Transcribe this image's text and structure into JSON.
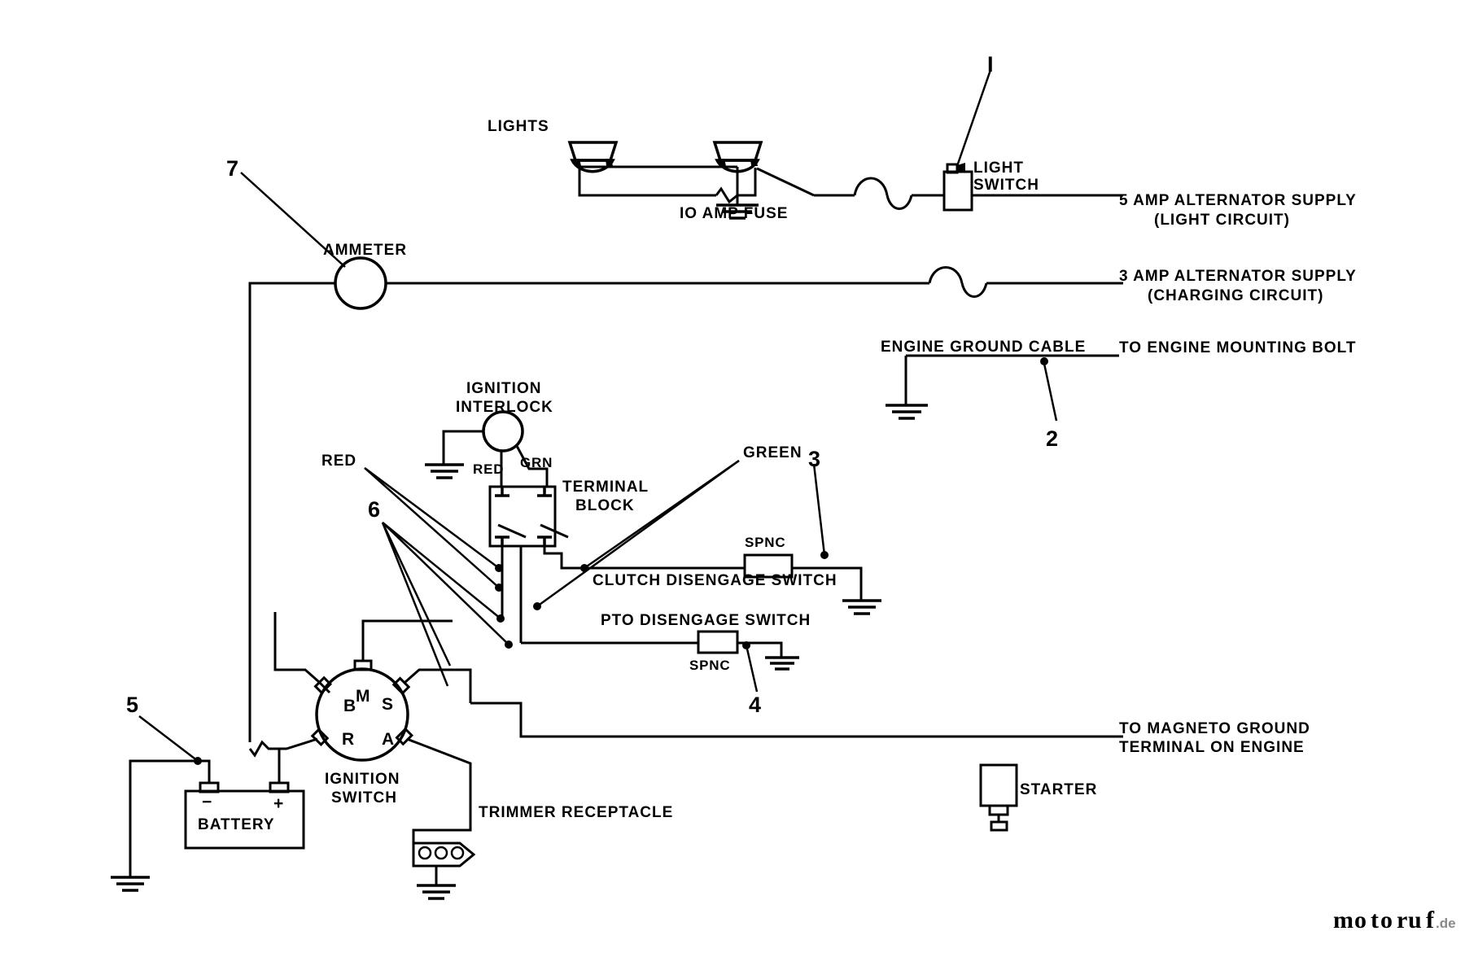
{
  "document": {
    "title": "Riding Mower Electrical Wiring Diagram",
    "type": "wiring-diagram"
  },
  "labels": {
    "lights": "LIGHTS",
    "light_switch_line1": "LIGHT",
    "light_switch_line2": "SWITCH",
    "fuse": "IO AMP FUSE",
    "alt5_line1": "5 AMP ALTERNATOR SUPPLY",
    "alt5_line2": "(LIGHT CIRCUIT)",
    "alt3_line1": "3 AMP ALTERNATOR SUPPLY",
    "alt3_line2": "(CHARGING CIRCUIT)",
    "ammeter": "AMMETER",
    "engine_ground_cable": "ENGINE GROUND CABLE",
    "to_engine_mounting_bolt": "TO ENGINE MOUNTING BOLT",
    "ignition_interlock_line1": "IGNITION",
    "ignition_interlock_line2": "INTERLOCK",
    "red_wire_callout": "RED",
    "red_wire_terminal": "RED",
    "grn_wire_terminal": "GRN",
    "green_callout": "GREEN",
    "terminal_block_line1": "TERMINAL",
    "terminal_block_line2": "BLOCK",
    "clutch_disengage_switch": "CLUTCH DISENGAGE SWITCH",
    "clutch_spnc": "SPNC",
    "pto_disengage_switch": "PTO DISENGAGE SWITCH",
    "pto_spnc": "SPNC",
    "ignition_switch_line1": "IGNITION",
    "ignition_switch_line2": "SWITCH",
    "battery": "BATTERY",
    "battery_minus": "−",
    "battery_plus": "+",
    "trimmer_receptacle": "TRIMMER RECEPTACLE",
    "to_magneto_line1": "TO MAGNETO GROUND",
    "to_magneto_line2": "TERMINAL ON ENGINE",
    "starter": "STARTER"
  },
  "ignition_switch_terminals": [
    {
      "id": "B",
      "label": "B"
    },
    {
      "id": "M",
      "label": "M"
    },
    {
      "id": "S",
      "label": "S"
    },
    {
      "id": "R",
      "label": "R"
    },
    {
      "id": "A",
      "label": "A"
    }
  ],
  "callout_numbers": [
    {
      "id": "1",
      "label": "I",
      "target": "light-switch"
    },
    {
      "id": "2",
      "label": "2",
      "target": "engine-ground-cable"
    },
    {
      "id": "3",
      "label": "3",
      "target": "clutch-disengage-switch"
    },
    {
      "id": "4",
      "label": "4",
      "target": "pto-disengage-switch"
    },
    {
      "id": "5",
      "label": "5",
      "target": "battery-ground"
    },
    {
      "id": "6",
      "label": "6",
      "target": "wire-harness"
    },
    {
      "id": "7",
      "label": "7",
      "target": "ammeter"
    }
  ],
  "watermark": {
    "brand": "motoruf",
    "suffix": ".de",
    "letter_colors": [
      "#cc2229",
      "#f0901e",
      "#2f9e44",
      "#2563b0",
      "#cc2229",
      "#f0901e",
      "#2f9e44"
    ]
  },
  "colors": {
    "line": "#000000",
    "background": "#ffffff"
  }
}
